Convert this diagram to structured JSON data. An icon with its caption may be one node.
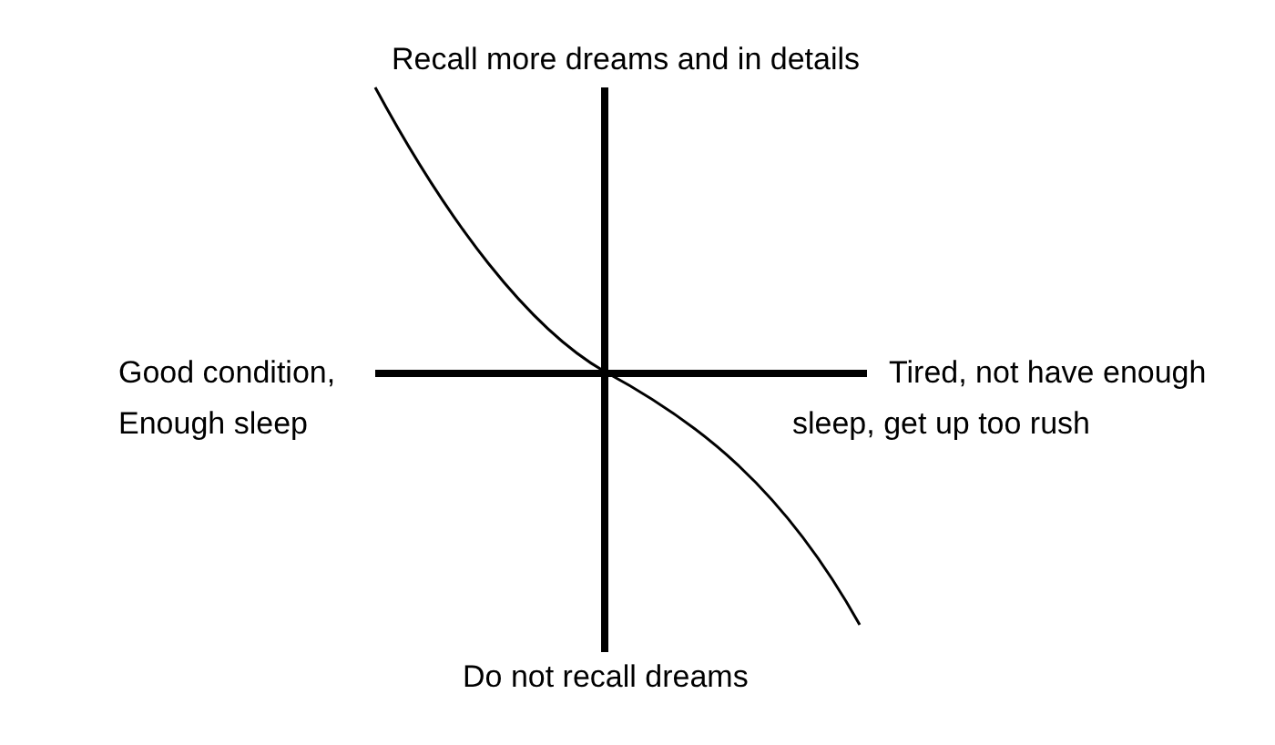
{
  "diagram": {
    "labels": [
      "Recall more dreams and in details",
      "Good condition, Enough sleep",
      "Tired, not have enough sleep, get up too rush",
      "Do not recall dreams"
    ]
  }
}
